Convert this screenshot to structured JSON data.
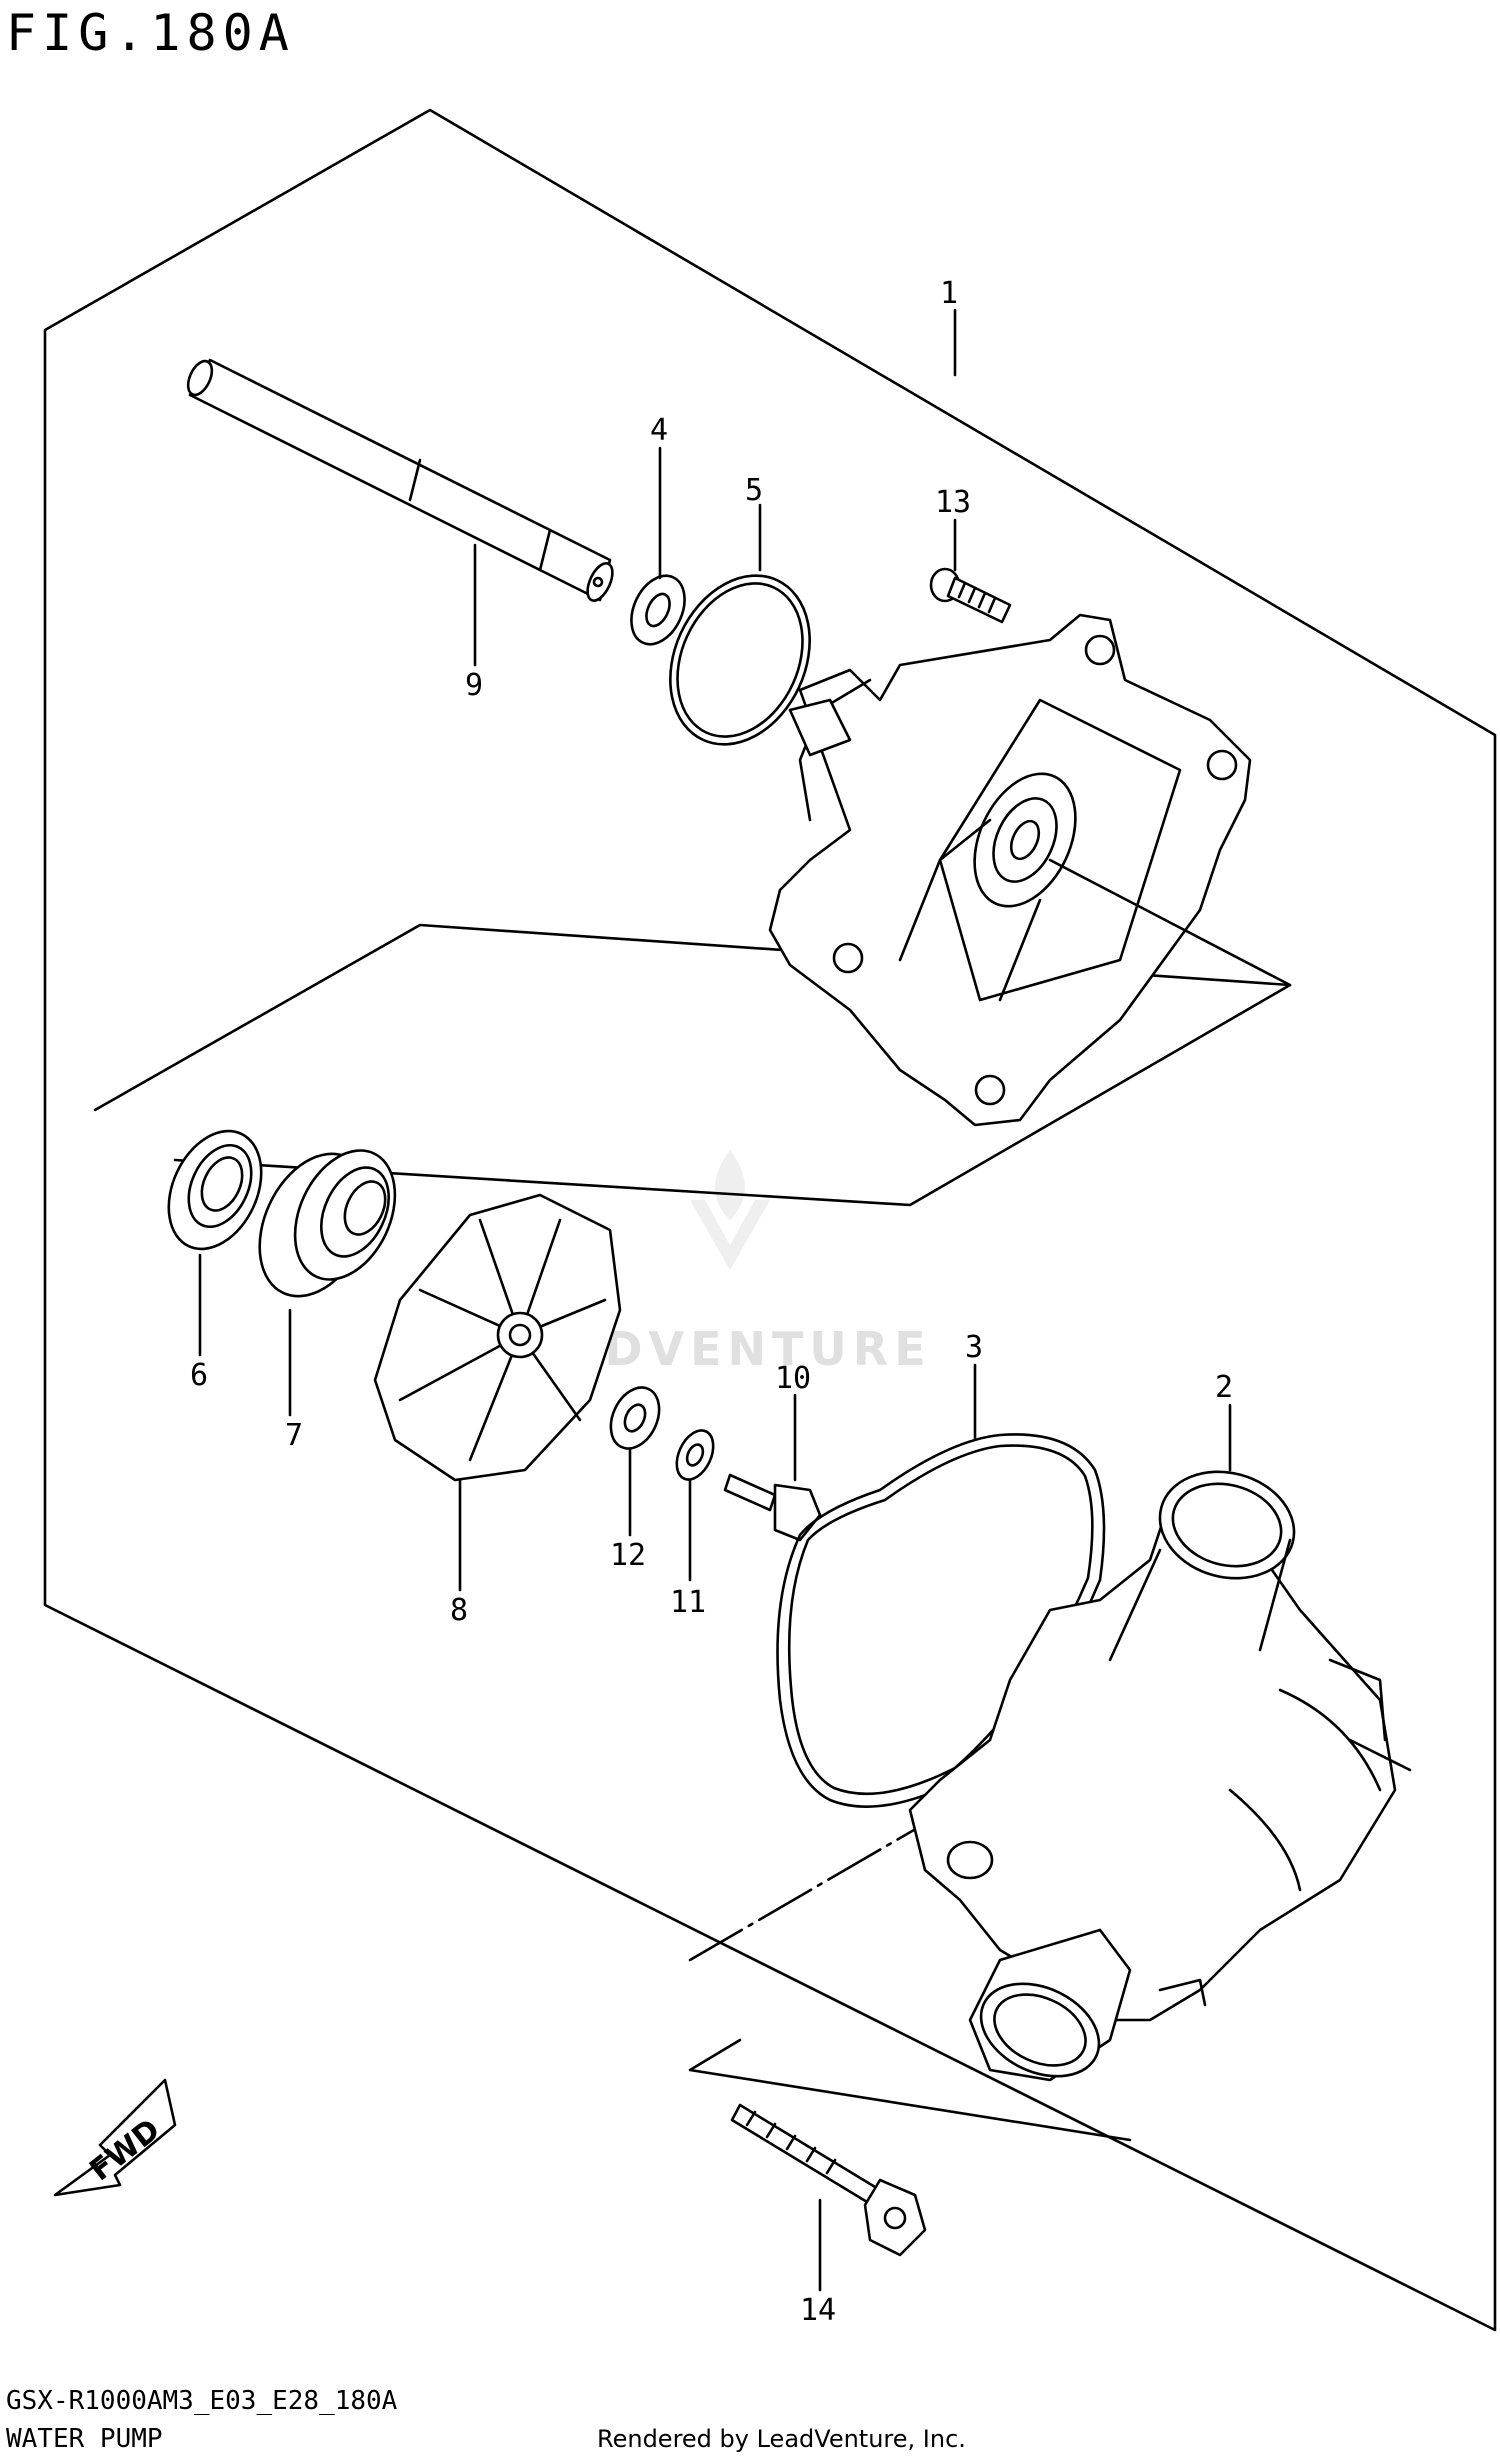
{
  "figure": {
    "title": "FIG.180A",
    "code": "GSX-R1000AM3_E03_E28_180A",
    "section": "WATER PUMP",
    "credit": "Rendered by LeadVenture, Inc.",
    "watermark": "LEADVENTURE"
  },
  "parts": [
    {
      "ref": "1"
    },
    {
      "ref": "2"
    },
    {
      "ref": "3"
    },
    {
      "ref": "4"
    },
    {
      "ref": "5"
    },
    {
      "ref": "6"
    },
    {
      "ref": "7"
    },
    {
      "ref": "8"
    },
    {
      "ref": "9"
    },
    {
      "ref": "10"
    },
    {
      "ref": "11"
    },
    {
      "ref": "12"
    },
    {
      "ref": "13"
    },
    {
      "ref": "14"
    }
  ],
  "fwd_arrow_label": "FWD",
  "colors": {
    "line": "#000000",
    "background": "#ffffff",
    "watermark": "#e0e0e0"
  }
}
